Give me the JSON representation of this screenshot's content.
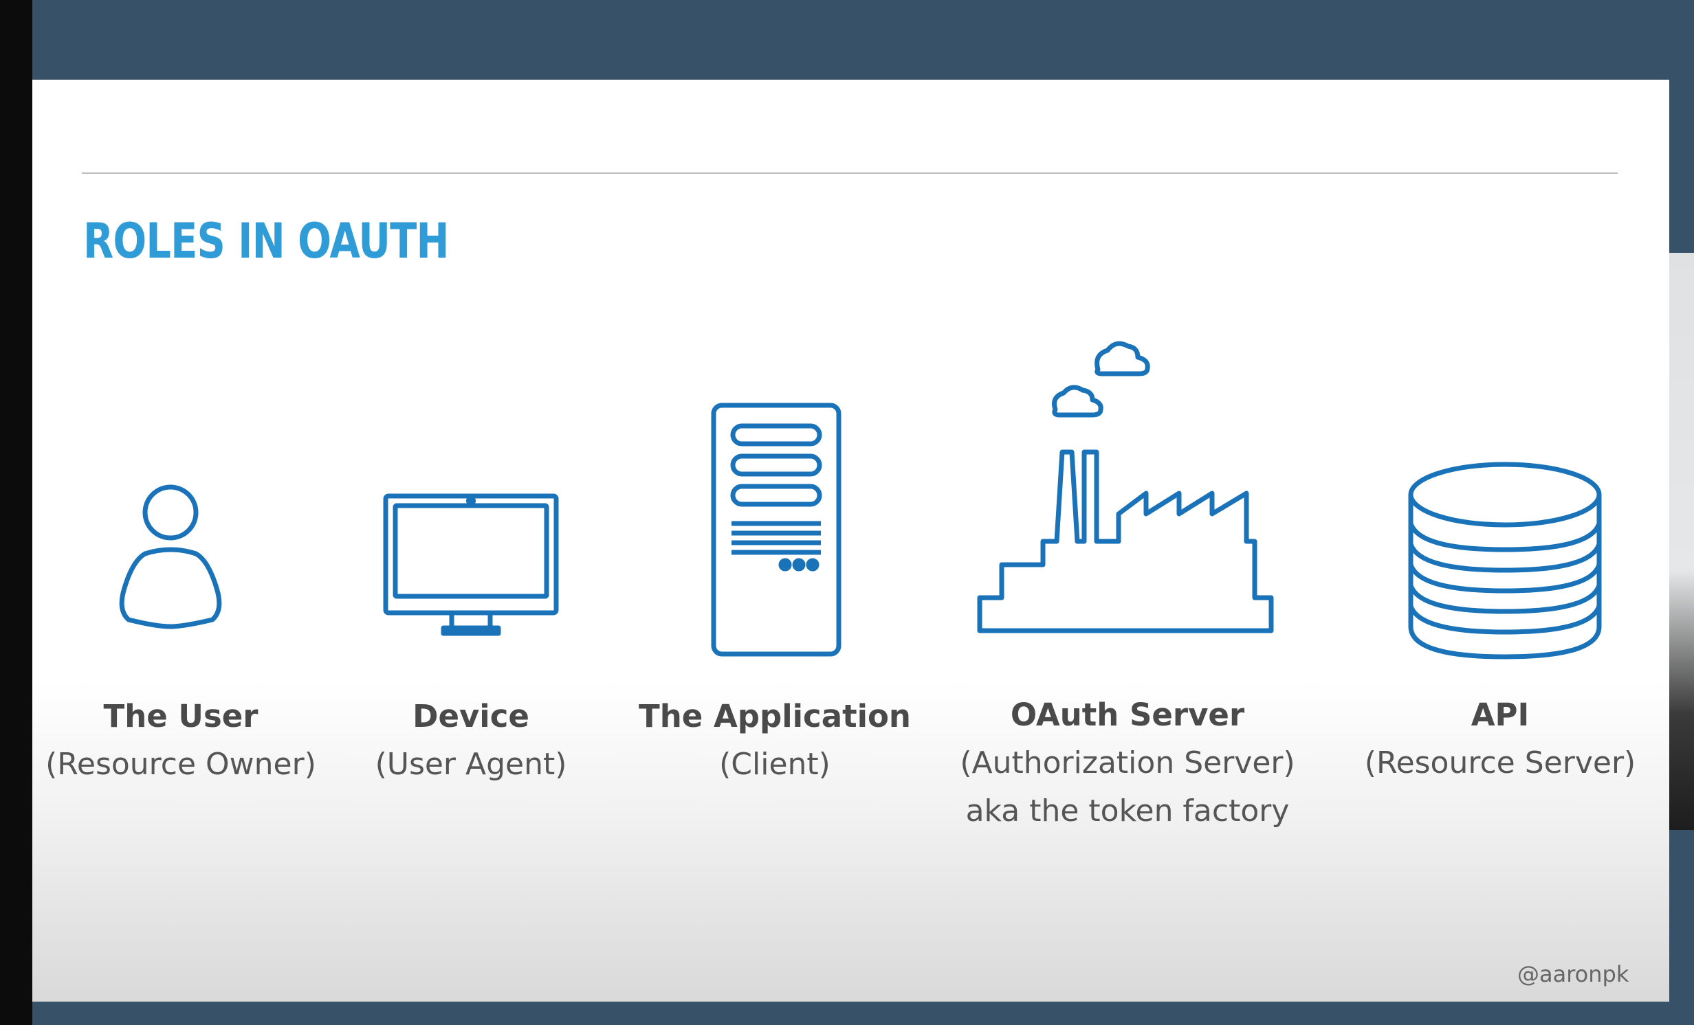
{
  "slide": {
    "title": "ROLES IN OAUTH",
    "credit": "@aaronpk",
    "accent_color": "#2f9bd7",
    "roles": [
      {
        "name": "The User",
        "subtitle": "(Resource Owner)",
        "icon": "user-icon"
      },
      {
        "name": "Device",
        "subtitle": "(User Agent)",
        "icon": "monitor-icon"
      },
      {
        "name": "The Application",
        "subtitle": "(Client)",
        "icon": "server-tower-icon"
      },
      {
        "name": "OAuth Server",
        "subtitle": "(Authorization Server)",
        "note": "aka the token factory",
        "icon": "factory-icon"
      },
      {
        "name": "API",
        "subtitle": "(Resource Server)",
        "icon": "database-icon"
      }
    ]
  }
}
